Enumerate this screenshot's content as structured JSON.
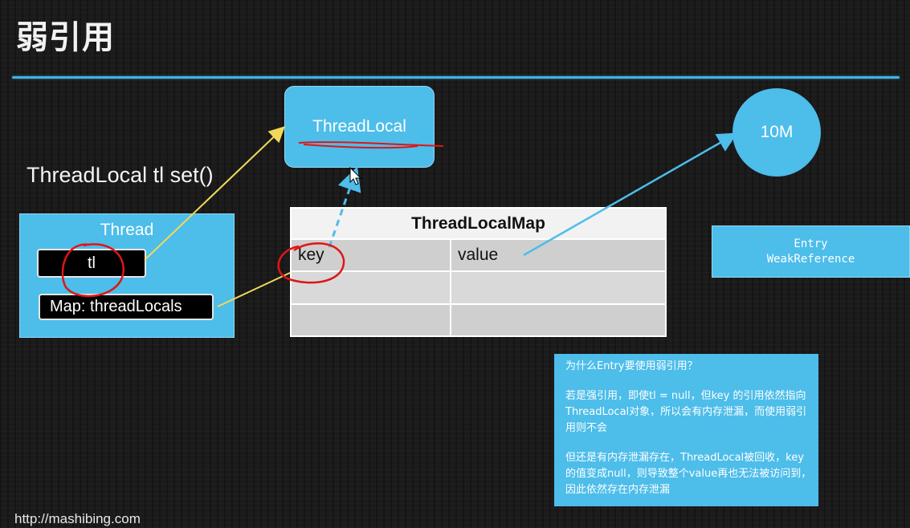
{
  "slide": {
    "title": "弱引用",
    "call_text": "ThreadLocal tl set()",
    "footer_url": "http://mashibing.com"
  },
  "threadlocal_box": {
    "label": "ThreadLocal"
  },
  "heap_object": {
    "label": "10M"
  },
  "thread": {
    "label": "Thread",
    "field_tl": "tl",
    "field_map": "Map: threadLocals"
  },
  "map_table": {
    "title": "ThreadLocalMap",
    "rows": [
      [
        "key",
        "value"
      ],
      [
        "",
        ""
      ],
      [
        "",
        ""
      ]
    ]
  },
  "entry": {
    "line1": "Entry",
    "line2": "WeakReference"
  },
  "note": {
    "question": "为什么Entry要使用弱引用？",
    "para1": "若是强引用，即使tl = null，但key 的引用依然指向ThreadLocal对象，所以会有内存泄漏，而使用弱引用则不会",
    "para2": "但还是有内存泄漏存在，ThreadLocal被回收，key 的值变成null，则导致整个value再也无法被访问到，因此依然存在内存泄漏"
  },
  "colors": {
    "accent": "#4dbdea",
    "arrow_yellow": "#f2d85a",
    "annotation_red": "#e01515",
    "background": "#1b1b1b"
  }
}
